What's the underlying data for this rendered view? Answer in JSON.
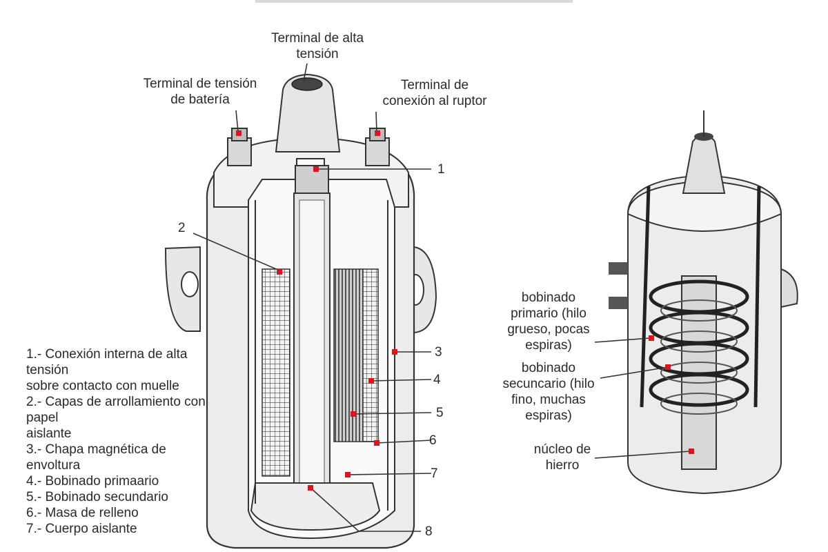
{
  "colors": {
    "marker": "#e0141e",
    "line": "#333333",
    "body": "#e9e9e9",
    "shade": "#c8c8c8",
    "dark": "#555555"
  },
  "labels": {
    "high_voltage_terminal": "Terminal de alta\ntensión",
    "battery_terminal": "Terminal de tensión\nde batería",
    "breaker_terminal": "Terminal de\nconexión al ruptor",
    "primary_winding": "bobinado\nprimario (hilo\ngrueso, pocas\nespiras)",
    "secondary_winding": "bobinado\nsecuncario (hilo\nfino, muchas\nespiras)",
    "iron_core": "núcleo de\nhierro"
  },
  "callouts": [
    "1",
    "2",
    "3",
    "4",
    "5",
    "6",
    "7",
    "8"
  ],
  "legend": [
    "1.- Conexión interna de alta tensión\n      sobre contacto con muelle",
    "2.- Capas de arrollamiento con papel\n      aislante",
    "3.- Chapa magnética de envoltura",
    "4.- Bobinado primaario",
    "5.- Bobinado secundario",
    "6.- Masa de relleno",
    "7.- Cuerpo aislante"
  ]
}
